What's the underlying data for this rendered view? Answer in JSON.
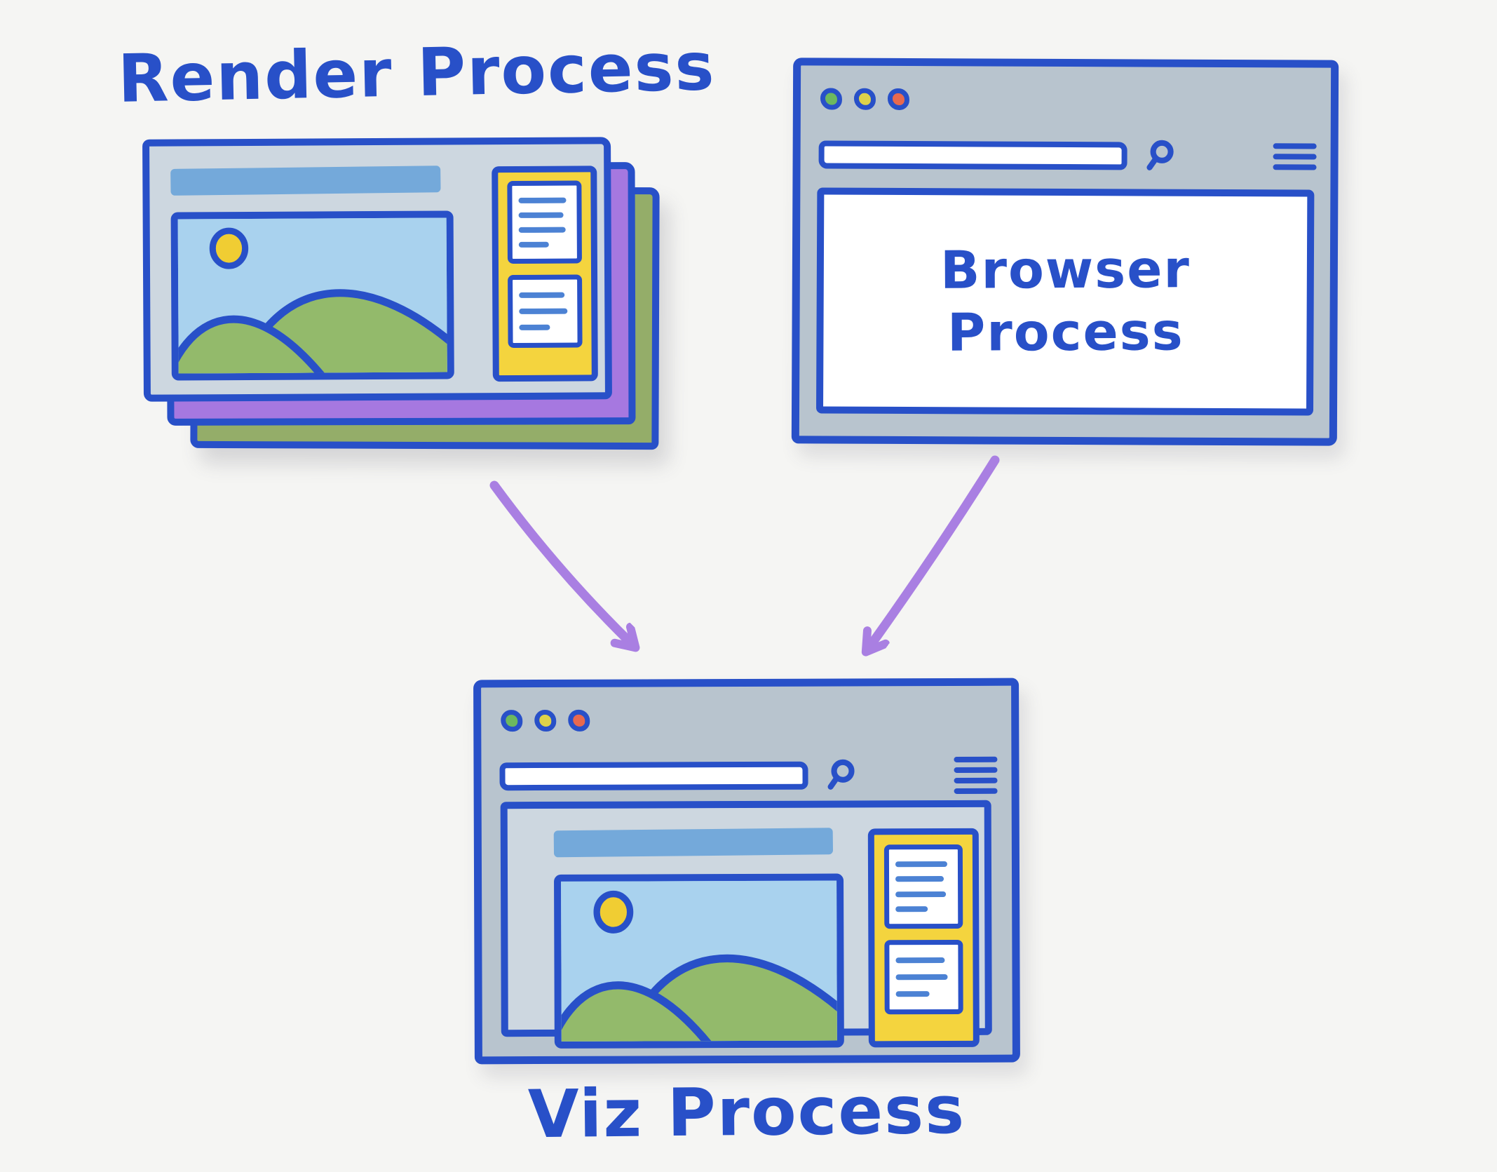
{
  "labels": {
    "render_process": "Render Process",
    "browser_process": "Browser Process",
    "viz_process": "Viz Process"
  },
  "diagram": {
    "nodes": [
      "Render Process",
      "Browser Process",
      "Viz Process"
    ],
    "arrows": [
      {
        "from": "Render Process",
        "to": "Viz Process"
      },
      {
        "from": "Browser Process",
        "to": "Viz Process"
      }
    ]
  },
  "icons": {
    "window_buttons": [
      "circle-green",
      "circle-yellow",
      "circle-red"
    ],
    "search": "magnifier-icon",
    "menu": "hamburger-menu-icon",
    "sun": "sun-icon"
  },
  "colors": {
    "background": "#f5f5f3",
    "ink_blue": "#2850c8",
    "chrome_gray": "#b8c4ce",
    "panel_gray": "#cdd7e0",
    "header_blue": "#74a9da",
    "sky_blue": "#a9d2ee",
    "hill_green": "#93ba6b",
    "sun_yellow": "#f0cd33",
    "sidebar_yellow": "#f4d43e",
    "stack_purple": "#a678e0",
    "stack_green": "#94ad69",
    "arrow_purple": "#a97fe2",
    "line_blue": "#4c82d4",
    "dot_green": "#6db85f",
    "dot_yellow": "#ddd24a",
    "dot_red": "#e8694e"
  }
}
